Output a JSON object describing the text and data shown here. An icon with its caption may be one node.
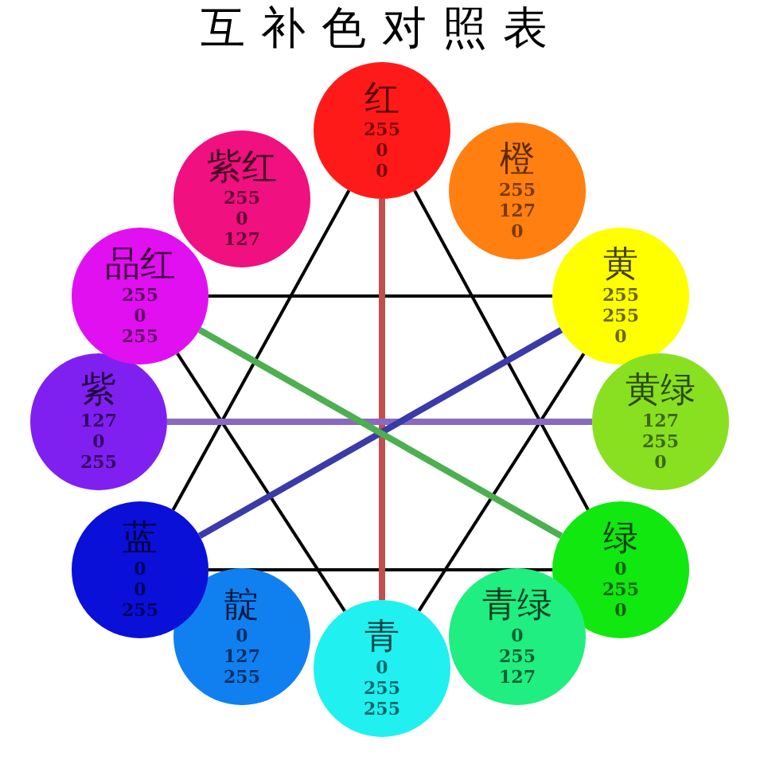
{
  "diagram": {
    "title": "互补色对照表",
    "nodes": [
      {
        "text": [
          "红",
          "255",
          "0",
          "0"
        ]
      },
      {
        "text": [
          "橙",
          "255",
          "127",
          "0"
        ]
      },
      {
        "text": [
          "黄",
          "255",
          "255",
          "0"
        ]
      },
      {
        "text": [
          "黄绿",
          "127",
          "255",
          "0"
        ]
      },
      {
        "text": [
          "绿",
          "0",
          "255",
          "0"
        ]
      },
      {
        "text": [
          "青绿",
          "0",
          "255",
          "127"
        ]
      },
      {
        "text": [
          "青",
          "0",
          "255",
          "255"
        ]
      },
      {
        "text": [
          "靛",
          "0",
          "127",
          "255"
        ]
      },
      {
        "text": [
          "蓝",
          "0",
          "0",
          "255"
        ]
      },
      {
        "text": [
          "紫",
          "127",
          "0",
          "255"
        ]
      },
      {
        "text": [
          "品红",
          "255",
          "0",
          "255"
        ]
      },
      {
        "text": [
          "紫红",
          "255",
          "0",
          "127"
        ]
      }
    ],
    "edges": [
      {
        "from": 0,
        "to": 8,
        "arrow": "none"
      },
      {
        "from": 0,
        "to": 4,
        "arrow": "none"
      },
      {
        "from": 8,
        "to": 4,
        "arrow": "none"
      },
      {
        "from": 10,
        "to": 2,
        "arrow": "none"
      },
      {
        "from": 10,
        "to": 6,
        "arrow": "none"
      },
      {
        "from": 2,
        "to": 6,
        "arrow": "none"
      },
      {
        "from": 0,
        "to": 6,
        "arrow": "none",
        "style": "thick",
        "color": "#c0504d"
      },
      {
        "from": 9,
        "to": 3,
        "arrow": "none",
        "style": "thick",
        "color": "#8a6abf"
      },
      {
        "from": 8,
        "to": 2,
        "arrow": "none",
        "style": "thick",
        "color": "#3a3aa8"
      },
      {
        "from": 4,
        "to": 10,
        "arrow": "none",
        "style": "thick",
        "color": "#4caf50"
      }
    ]
  }
}
